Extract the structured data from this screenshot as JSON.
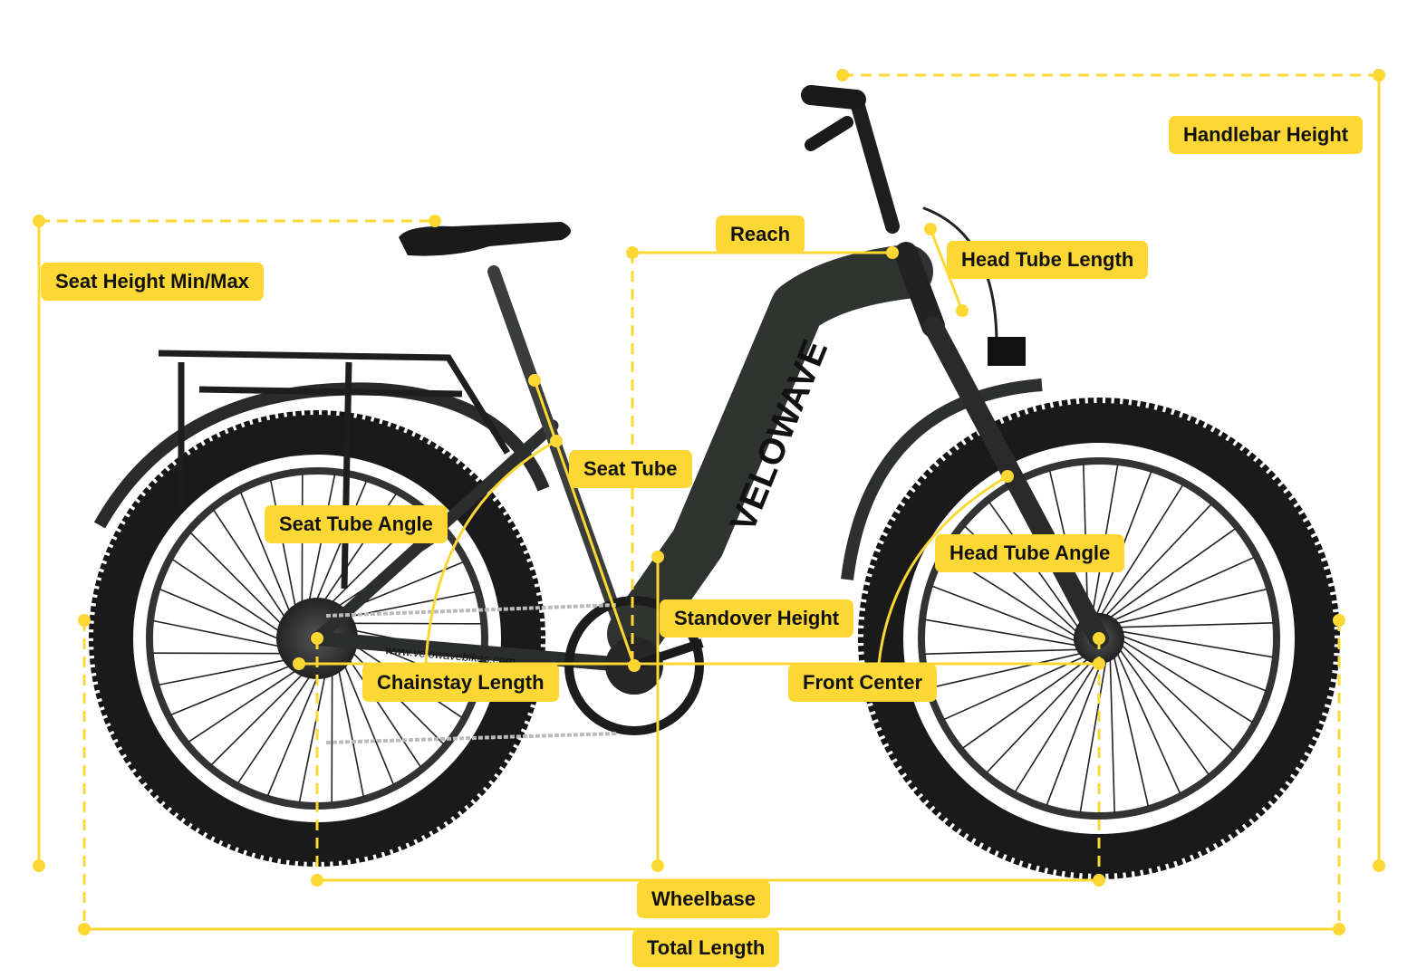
{
  "colors": {
    "accent": "#FDD835",
    "frame": "#2b2e2c",
    "tire": "#121212"
  },
  "bike": {
    "downtube_brand": "VELOWAVE",
    "chainstay_text": "www.velowavebikes.com"
  },
  "labels": {
    "handlebar_height": "Handlebar Height",
    "seat_height": "Seat Height Min/Max",
    "reach": "Reach",
    "head_tube_length": "Head Tube Length",
    "seat_tube": "Seat Tube",
    "seat_tube_angle": "Seat Tube Angle",
    "head_tube_angle": "Head Tube Angle",
    "standover_height": "Standover Height",
    "chainstay_length": "Chainstay Length",
    "front_center": "Front Center",
    "wheelbase": "Wheelbase",
    "total_length": "Total Length"
  }
}
